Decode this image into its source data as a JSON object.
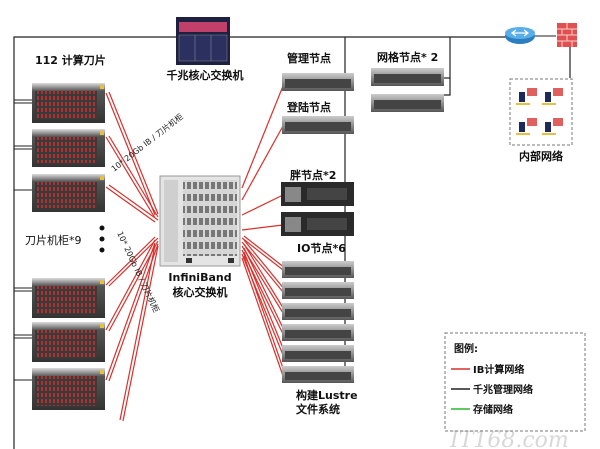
{
  "labels": {
    "compute_blades": "112 计算刀片",
    "gigabit_switch": "千兆核心交换机",
    "blade_cabinets": "刀片机柜*9",
    "ib_switch_line1": "InfiniBand",
    "ib_switch_line2": "核心交换机",
    "link_upper": "10* 20Gb IB / 刀片机柜",
    "link_lower": "10* 20Gb IB / 刀片机柜",
    "management_node": "管理节点",
    "login_node": "登陆节点",
    "fat_nodes": "胖节点*2",
    "io_nodes": "IO节点*6",
    "lustre_line1": "构建Lustre",
    "lustre_line2": "文件系统",
    "grid_nodes": "网格节点* 2",
    "internal_network": "内部网络"
  },
  "legend": {
    "title": "图例:",
    "items": [
      {
        "label": "IB计算网络",
        "color": "#d9302c"
      },
      {
        "label": "千兆管理网络",
        "color": "#222222"
      },
      {
        "label": "存储网络",
        "color": "#2fb52f"
      }
    ]
  },
  "watermark": "IT168.com",
  "colors": {
    "ib": "#d9302c",
    "mgmt": "#222222",
    "storage": "#2fb52f"
  }
}
